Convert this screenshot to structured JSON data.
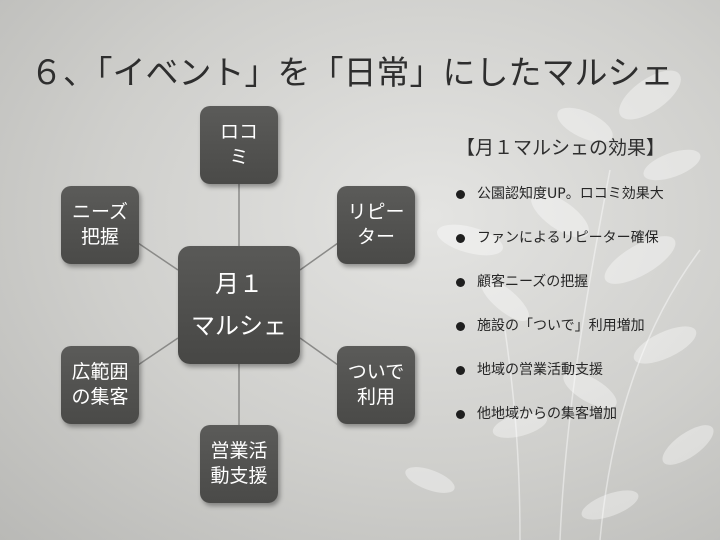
{
  "title": "６、「イベント」を「日常」にしたマルシェ",
  "diagram": {
    "center": "月１\nマルシェ",
    "nodes": {
      "top": "ロコ\nミ",
      "top_right": "リピー\nター",
      "bottom_right": "ついで\n利用",
      "bottom": "営業活\n動支援",
      "bottom_left": "広範囲\nの集客",
      "top_left": "ニーズ\n把握"
    }
  },
  "effects_panel": {
    "heading": "【月１マルシェの効果】",
    "items": [
      "公園認知度UP。ロコミ効果大",
      "ファンによるリピーター確保",
      "顧客ニーズの把握",
      "施設の「ついで」利用増加",
      "地域の営業活動支援",
      "他地域からの集客増加"
    ]
  },
  "colors": {
    "node_fill": "#4f4f4d",
    "node_text": "#ffffff",
    "title_text": "#2e2e2e",
    "connector": "#8a8a88"
  }
}
